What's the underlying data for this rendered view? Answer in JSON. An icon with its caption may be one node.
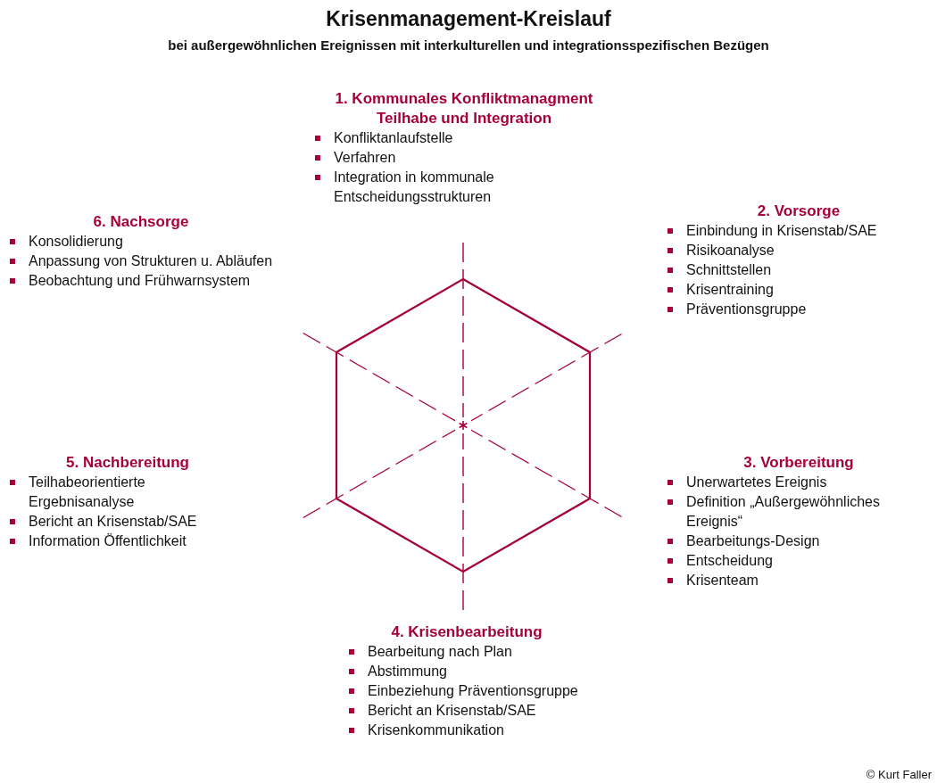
{
  "diagram": {
    "title": "Krisenmanagement-Kreislauf",
    "labels": [
      "bei außergewöhnlichen Ereignissen mit interkulturellen und integrationsspezifischen Bezügen",
      "1. Kommunales Konfliktmanagment Teilhabe und Integration",
      "Konfliktanlaufstelle",
      "Verfahren",
      "Integration in kommunale Entscheidungsstrukturen",
      "2. Vorsorge",
      "Einbindung in Krisenstab/SAE",
      "Risikoanalyse",
      "Schnittstellen",
      "Krisentraining",
      "Präventionsgruppe",
      "3. Vorbereitung",
      "Unerwartetes Ereignis",
      "Definition „Außergewöhnliches Ereignis“",
      "Bearbeitungs-Design",
      "Entscheidung",
      "Krisenteam",
      "4. Krisenbearbeitung",
      "Bearbeitung nach Plan",
      "Abstimmung",
      "Einbeziehung Präventionsgruppe",
      "Bericht an Krisenstab/SAE",
      "Krisenkommunikation",
      "5. Nachbereitung",
      "Teilhabeorientierte Ergebnisanalyse",
      "Bericht an Krisenstab/SAE",
      "Information Öffentlichkeit",
      "6. Nachsorge",
      "Konsolidierung",
      "Anpassung von Strukturen u. Abläufen",
      "Beobachtung und Frühwarnsystem",
      "© Kurt Faller"
    ]
  }
}
